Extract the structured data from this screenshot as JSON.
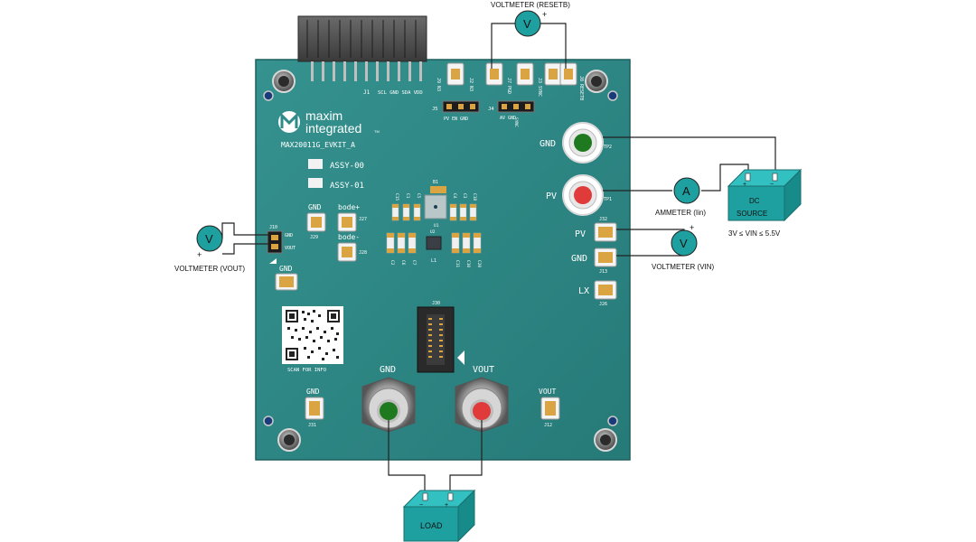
{
  "board": {
    "name": "MAX20011G_EVKIT_A",
    "logo_line1": "maxim",
    "logo_line2": "integrated",
    "logo_tm": "TM",
    "assy0": "ASSY-00",
    "assy1": "ASSY-01",
    "scan_text": "SCAN FOR INFO",
    "j1_label": "J1",
    "j1_pins": "SCL GND SDA VDD",
    "j5_label": "J5",
    "j5_pins": "PV  EN  GND",
    "j4_label": "J4",
    "j4_pins": "AV      GND",
    "j4_sync": "SYNC",
    "j30_label": "J30",
    "top_headers": [
      "J9 N3",
      "J2 N3",
      "J7 PGD",
      "J3 SYNC",
      "J8 RESETB"
    ],
    "pads": {
      "gnd_j29": "GND",
      "j29": "J29",
      "bode_plus": "bode+",
      "j27": "J27",
      "bode_minus": "bode-",
      "j28": "J28",
      "j10": "J10",
      "j10_gnd": "GND",
      "j10_vout": "VOUT",
      "gnd_left": "GND",
      "gnd_tp2": "GND",
      "tp2": "TP2",
      "pv_tp1": "PV",
      "tp1": "TP1",
      "pv_j32": "PV",
      "j32": "J32",
      "gnd_j13": "GND",
      "j13": "J13",
      "lx": "LX",
      "j26": "J26",
      "gnd_j31": "GND",
      "j31": "J31",
      "vout_j12": "VOUT",
      "j12": "J12",
      "gnd_big": "GND",
      "vout_big": "VOUT"
    },
    "components": {
      "top_row": [
        "C15",
        "C1",
        "C5",
        "U1",
        "C4",
        "C3",
        "C18"
      ],
      "b1": "B1",
      "bottom_left": [
        "C2",
        "C6",
        "C7"
      ],
      "u2": "U2",
      "l1": "L1",
      "bottom_right": [
        "C11",
        "C10",
        "C20"
      ]
    }
  },
  "instruments": {
    "voltmeter_resetb": "VOLTMETER (RESETB)",
    "voltmeter_vout": "VOLTMETER (VOUT)",
    "voltmeter_vin": "VOLTMETER (VIN)",
    "ammeter": "AMMETER (Iin)",
    "meter_v": "V",
    "meter_a": "A",
    "plus": "+",
    "minus": "−",
    "dc_source_line1": "DC",
    "dc_source_line2": "SOURCE",
    "dc_range": "3V ≤ VIN ≤ 5.5V",
    "load": "LOAD"
  },
  "colors": {
    "pcb": "#2e8b8b",
    "instrument_teal": "#1fa0a0",
    "wire": "#222222",
    "pad_gold": "#d9a441",
    "tp_green": "#1f7a1f",
    "tp_red": "#e03a3a"
  }
}
